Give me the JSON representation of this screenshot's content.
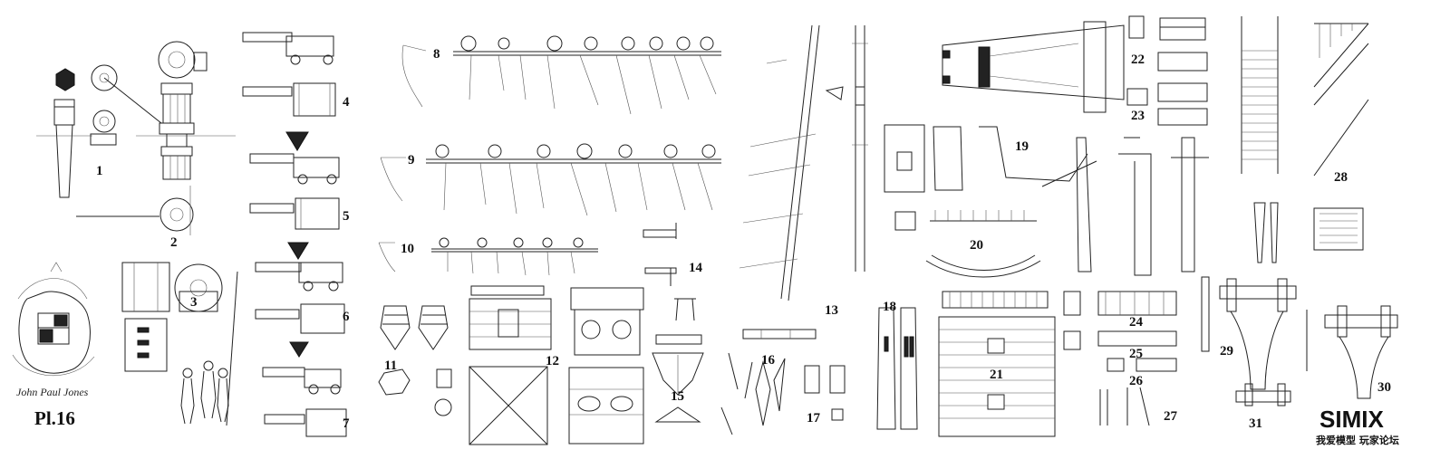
{
  "plate": {
    "title": "Pl.16",
    "signature": "John Paul Jones"
  },
  "figures": [
    "1",
    "2",
    "3",
    "4",
    "5",
    "6",
    "7",
    "8",
    "9",
    "10",
    "11",
    "12",
    "13",
    "14",
    "15",
    "16",
    "17",
    "18",
    "19",
    "20",
    "21",
    "22",
    "23",
    "24",
    "25",
    "26",
    "27",
    "28",
    "29",
    "30",
    "31"
  ],
  "watermark": {
    "logo": "SIMIX",
    "tagline": "我爱模型 玩家论坛"
  }
}
